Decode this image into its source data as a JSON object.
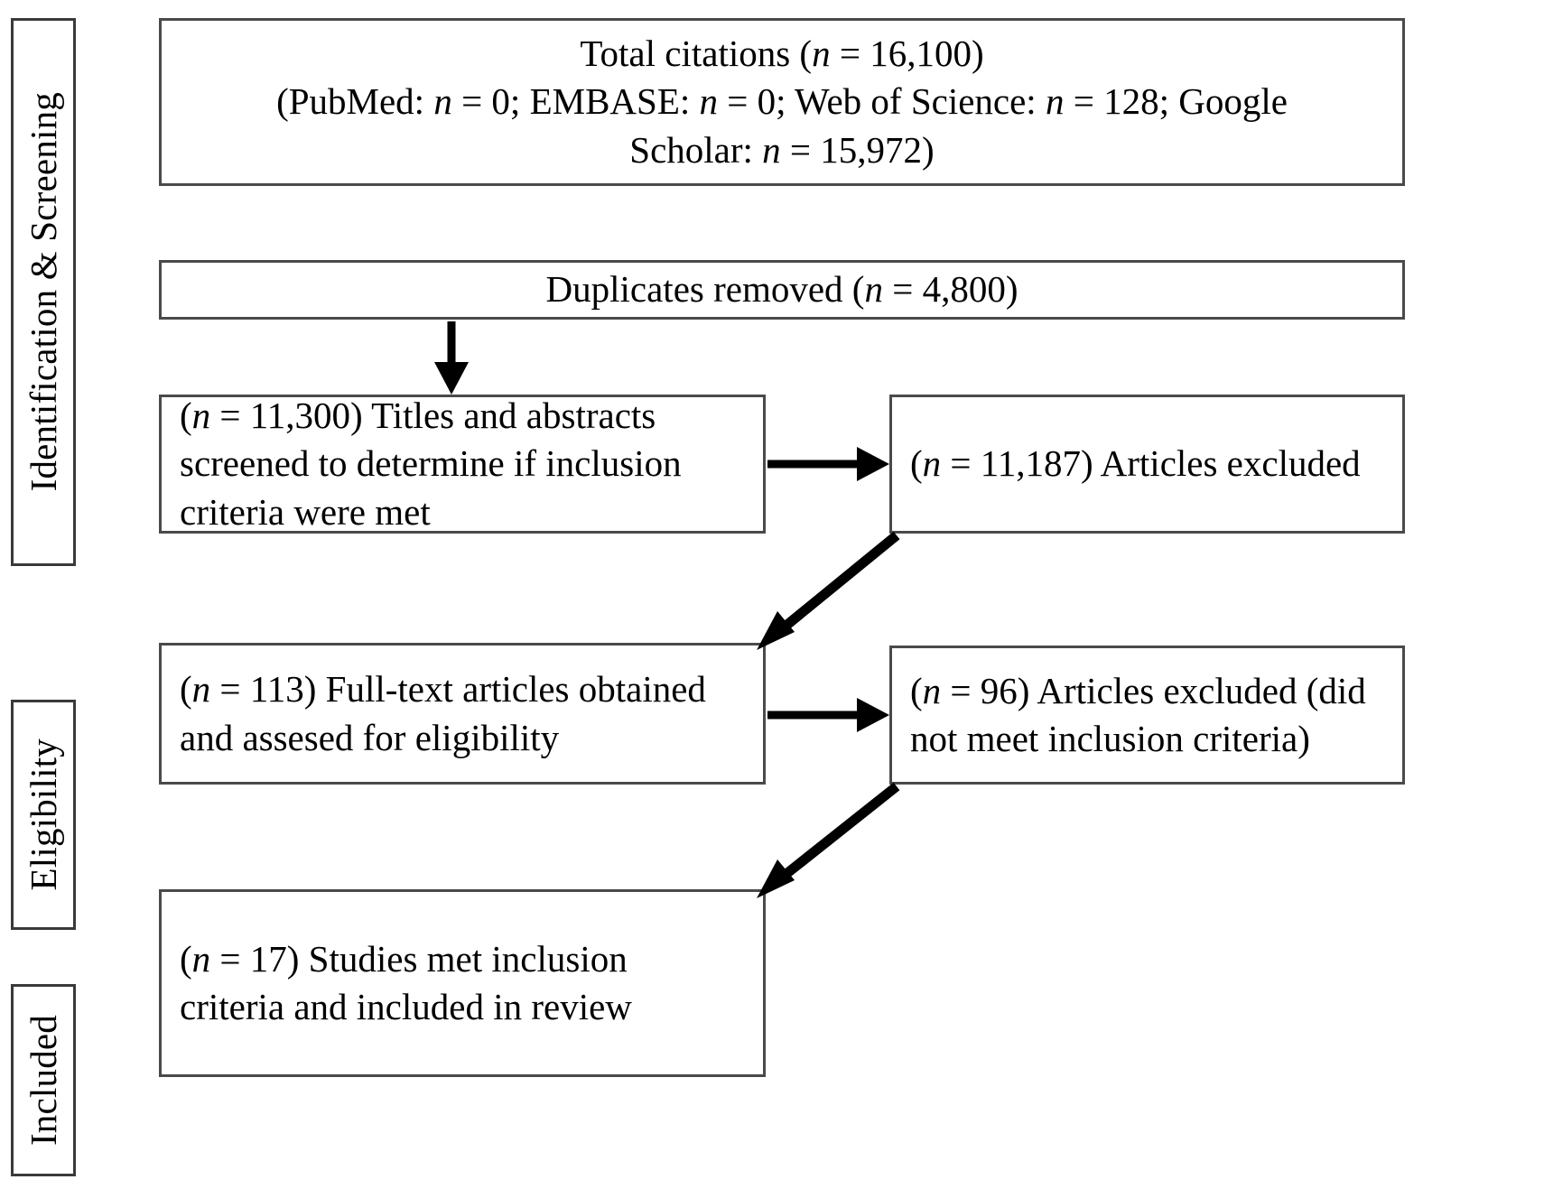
{
  "diagram": {
    "title": "PRISMA study selection flow diagram",
    "type": "flowchart",
    "colors": {
      "box_border": "#4a4a4a",
      "label_border": "#3a3a3a",
      "background": "#ffffff",
      "text": "#000000",
      "arrow": "#000000"
    }
  },
  "phases": [
    {
      "id": "identification-screening",
      "label": "Identification & Screening"
    },
    {
      "id": "eligibility",
      "label": "Eligibility"
    },
    {
      "id": "included",
      "label": "Included"
    }
  ],
  "boxes": {
    "total_citations": {
      "id": "total-citations",
      "lines": [
        "Total citations (n = 16,100)",
        "(PubMed: n = 0; EMBASE: n = 0; Web of Science: n = 128; Google",
        "Scholar: n = 15,972)"
      ],
      "n": "16,100",
      "sources": [
        {
          "name": "PubMed",
          "n": "0"
        },
        {
          "name": "EMBASE",
          "n": "0"
        },
        {
          "name": "Web of Science",
          "n": "128"
        },
        {
          "name": "Google Scholar",
          "n": "15,972"
        }
      ]
    },
    "duplicates_removed": {
      "id": "duplicates-removed",
      "lines": [
        "Duplicates removed (n = 4,800)"
      ],
      "n": "4,800"
    },
    "screened": {
      "id": "titles-abstracts-screened",
      "lines": [
        "(n = 11,300) Titles and abstracts",
        "screened to determine if inclusion",
        "criteria were met"
      ],
      "n": "11,300"
    },
    "screened_excluded": {
      "id": "articles-excluded-screening",
      "lines": [
        "(n = 11,187) Articles excluded"
      ],
      "n": "11,187"
    },
    "fulltext": {
      "id": "full-text-assessed",
      "lines": [
        "(n = 113) Full-text articles obtained",
        "and assesed for eligibility"
      ],
      "n": "113"
    },
    "fulltext_excluded": {
      "id": "articles-excluded-eligibility",
      "lines": [
        "(n = 96) Articles excluded (did",
        "not meet inclusion criteria)"
      ],
      "n": "96"
    },
    "included": {
      "id": "studies-included",
      "lines": [
        "(n = 17) Studies met inclusion",
        "criteria and included in review"
      ],
      "n": "17"
    }
  },
  "arrows": [
    {
      "id": "duplicates-to-screened",
      "kind": "vertical-down"
    },
    {
      "id": "screened-to-excluded",
      "kind": "horizontal-right"
    },
    {
      "id": "excluded-to-fulltext",
      "kind": "diagonal-down-left"
    },
    {
      "id": "fulltext-to-excluded",
      "kind": "horizontal-right"
    },
    {
      "id": "excluded-to-included",
      "kind": "diagonal-down-left"
    }
  ]
}
